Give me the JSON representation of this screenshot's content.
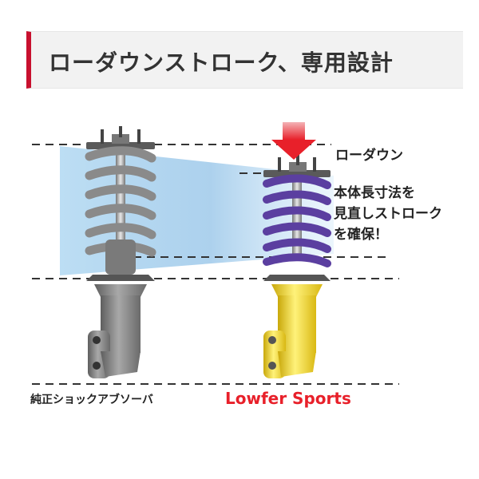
{
  "header": {
    "title": "ローダウンストローク、専用設計"
  },
  "diagram": {
    "label_lowdown": "ローダウン",
    "callout_lines": [
      "本体長寸法を",
      "見直しストローク",
      "を確保！"
    ],
    "left_caption": "純正ショックアブソーバ",
    "right_caption": "Lowfer Sports"
  },
  "colors": {
    "accent": "#c8102e",
    "brand_red": "#e8202a",
    "stock_body": "#8a8a8a",
    "sport_body": "#f2df3c",
    "sport_spring": "#5b3fa0",
    "stock_spring": "#888888",
    "highlight_blue": "#9ec9ea"
  }
}
